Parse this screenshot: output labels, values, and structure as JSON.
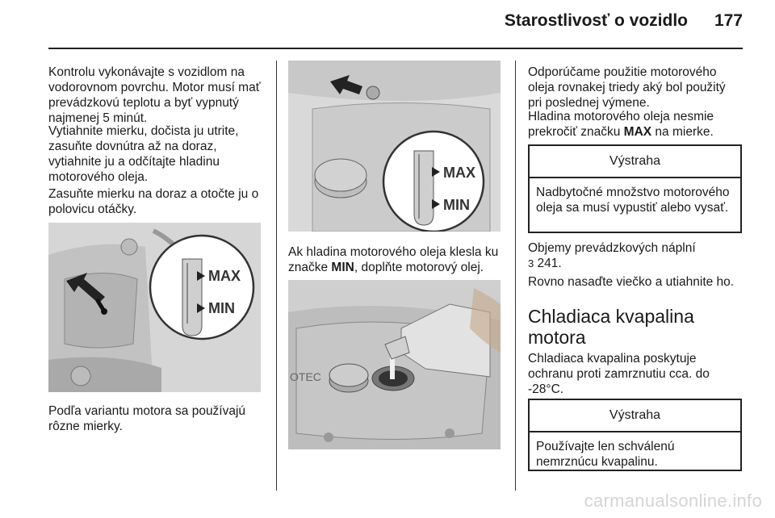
{
  "header": {
    "title": "Starostlivosť o vozidlo",
    "page_number": "177"
  },
  "left_column": {
    "para1": "Kontrolu vykonávajte s vozidlom na vodorovnom povrchu. Motor musí mať prevádzkovú teplotu a byť vypnutý najmenej 5 minút.",
    "para2": "Vytiahnite mierku, dočista ju utrite, zasuňte dovnútra až na doraz, vytiahnite ju a odčítajte hladinu motorového oleja.",
    "para3": "Zasuňte mierku na doraz a otočte ju o polovicu otáčky.",
    "figure1": {
      "max_label": "MAX",
      "min_label": "MIN"
    },
    "para4": "Podľa variantu motora sa používajú rôzne mierky."
  },
  "middle_column": {
    "figure2": {
      "max_label": "MAX",
      "min_label": "MIN"
    },
    "para1_prefix": "Ak hladina motorového oleja klesla ku značke ",
    "para1_bold": "MIN",
    "para1_suffix": ", doplňte motorový olej.",
    "figure3": {
      "engine_text": "OTEC"
    }
  },
  "right_column": {
    "para1": "Odporúčame použitie motorového oleja rovnakej triedy aký bol použitý pri poslednej výmene.",
    "para2_prefix": "Hladina motorového oleja nesmie prekročiť značku ",
    "para2_bold": "MAX",
    "para2_suffix": " na mierke.",
    "warning1": {
      "title": "Výstraha",
      "body": "Nadbytočné množstvo motorového oleja sa musí vypustiť alebo vysať."
    },
    "para3_line1": "Objemy prevádzkových náplní",
    "para3_ref": "241.",
    "para4": "Rovno nasaďte viečko a utiahnite ho.",
    "heading": "Chladiaca kvapalina motora",
    "para5": "Chladiaca kvapalina poskytuje ochranu proti zamrznutiu cca. do -28°C.",
    "warning2": {
      "title": "Výstraha",
      "body": "Používajte len schválenú nemrznúcu kvapalinu."
    }
  },
  "footer": {
    "watermark": "carmanualsonline.info"
  }
}
